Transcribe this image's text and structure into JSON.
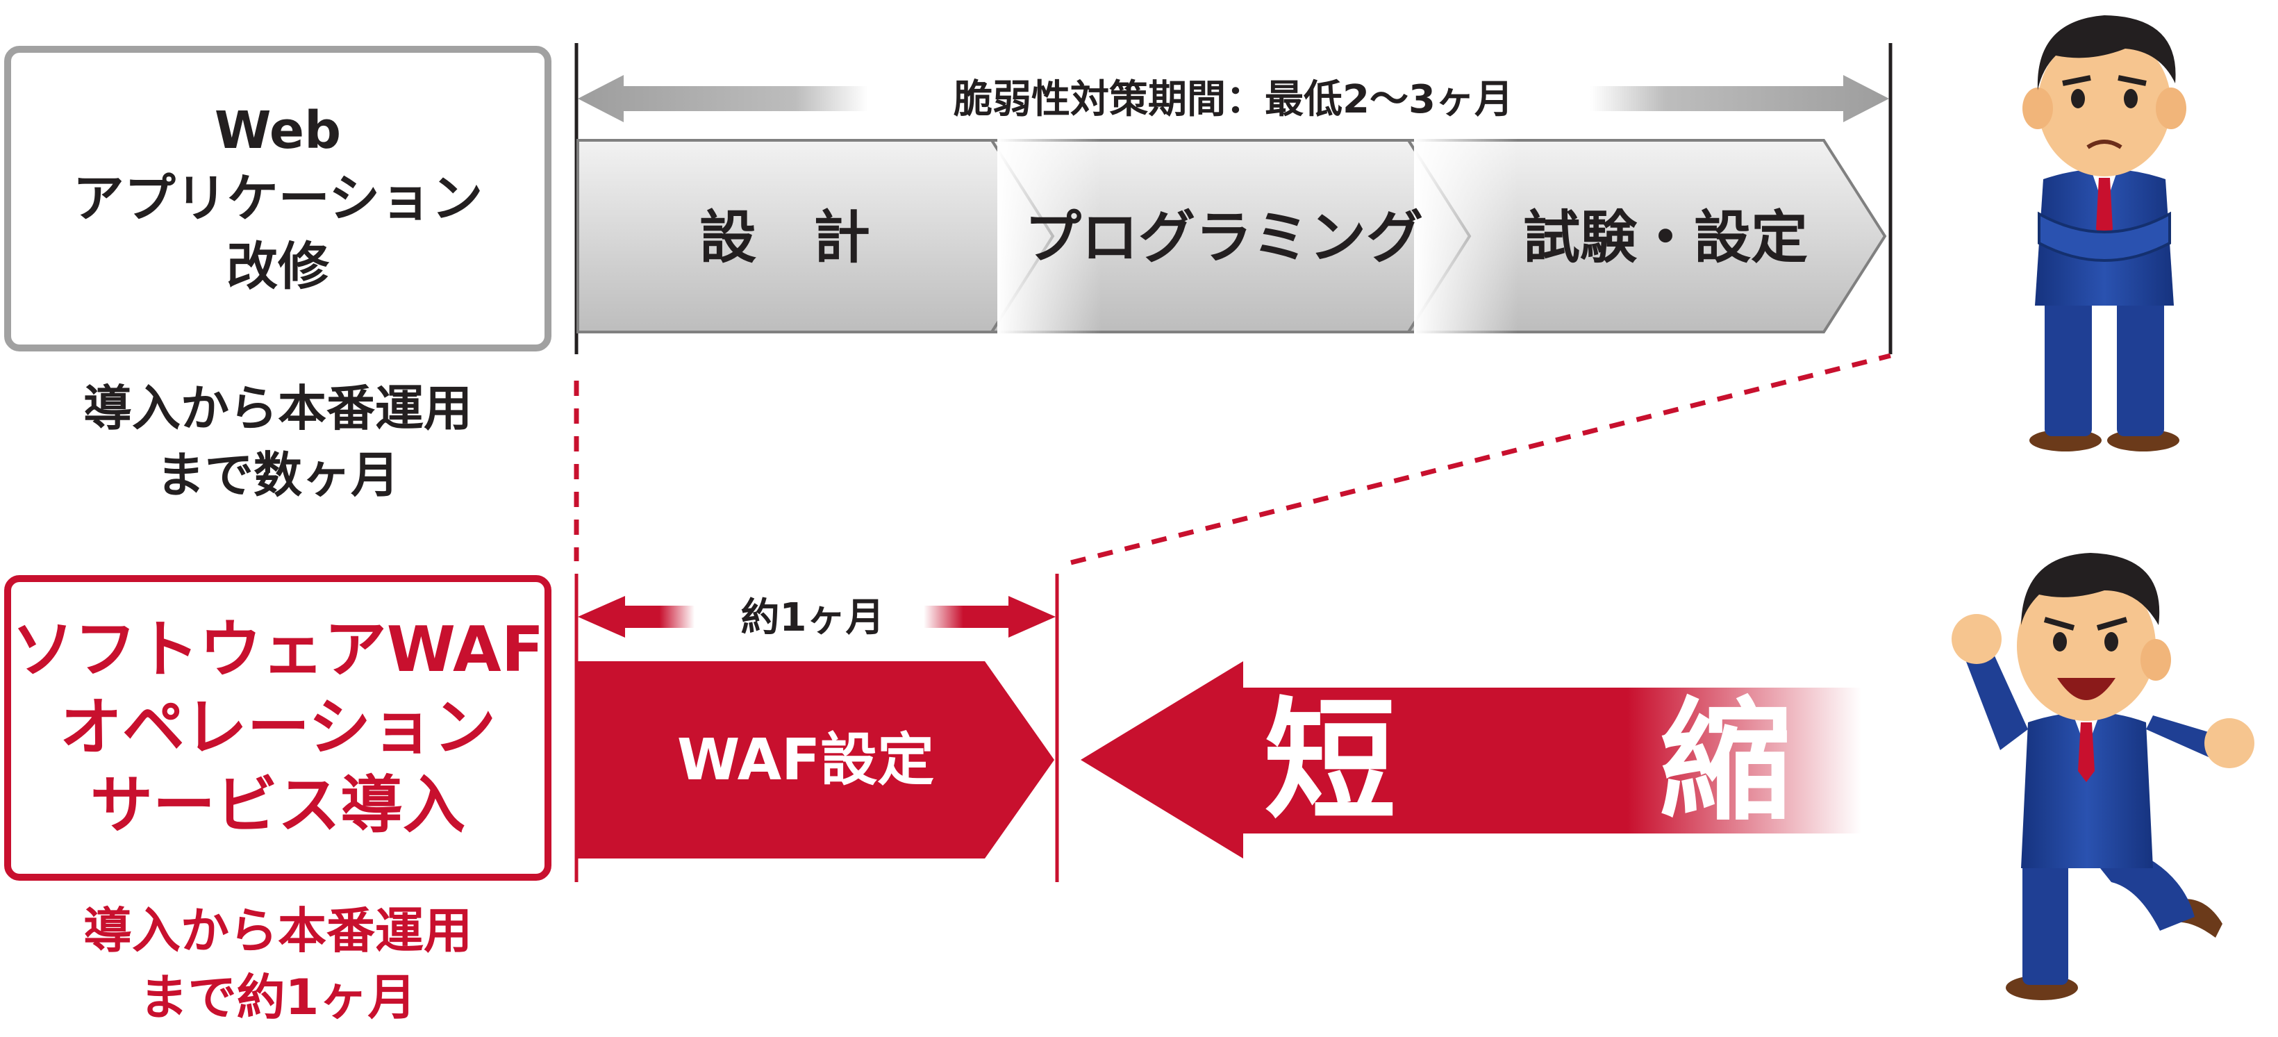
{
  "current_process": {
    "box_lines": [
      "Web",
      "アプリケーション",
      "改修"
    ],
    "caption_lines": [
      "導入から本番運用",
      "まで数ヶ月"
    ],
    "period_label": "脆弱性対策期間：最低2～3ヶ月",
    "steps": [
      "設　計",
      "プログラミング",
      "試験・設定"
    ]
  },
  "waf_process": {
    "box_lines": [
      "ソフトウェアWAF",
      "オペレーション",
      "サービス導入"
    ],
    "caption_lines": [
      "導入から本番運用",
      "まで約1ヶ月"
    ],
    "period_label": "約1ヶ月",
    "step": "WAF設定",
    "shorten_label": "短　　縮"
  },
  "colors": {
    "accent_red": "#c8102e",
    "gray_border": "#a1a1a1",
    "text_dark": "#231f20",
    "step_fill_light": "#eeeeee",
    "step_fill_dark": "#bdbdbd",
    "suit_blue": "#1f3f94"
  },
  "icons": [
    "worried-businessman-icon",
    "happy-businessman-icon"
  ]
}
